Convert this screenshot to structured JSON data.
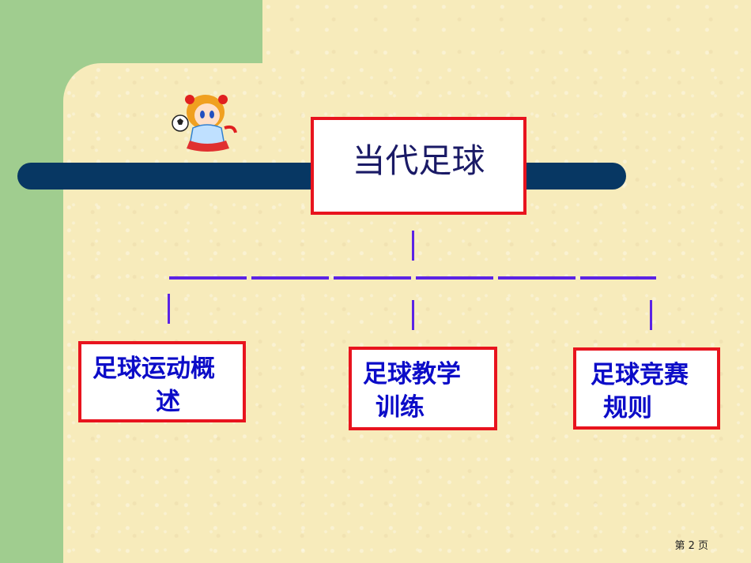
{
  "title": "当代足球",
  "branches": [
    {
      "line1": "足球运动概",
      "line2": "述"
    },
    {
      "line1": "足球教学",
      "line2": "训练"
    },
    {
      "line1": "足球竞赛",
      "line2": "规则"
    }
  ],
  "page_number": "第 2 页",
  "colors": {
    "box_border": "#e8141e",
    "connector": "#5b23e6",
    "bar": "#073763",
    "branch_text": "#0c0cc8",
    "background": "#f7ebbb",
    "side_green": "#a0cd8f"
  },
  "icons": [
    "cartoon-soccer-girl-icon"
  ]
}
